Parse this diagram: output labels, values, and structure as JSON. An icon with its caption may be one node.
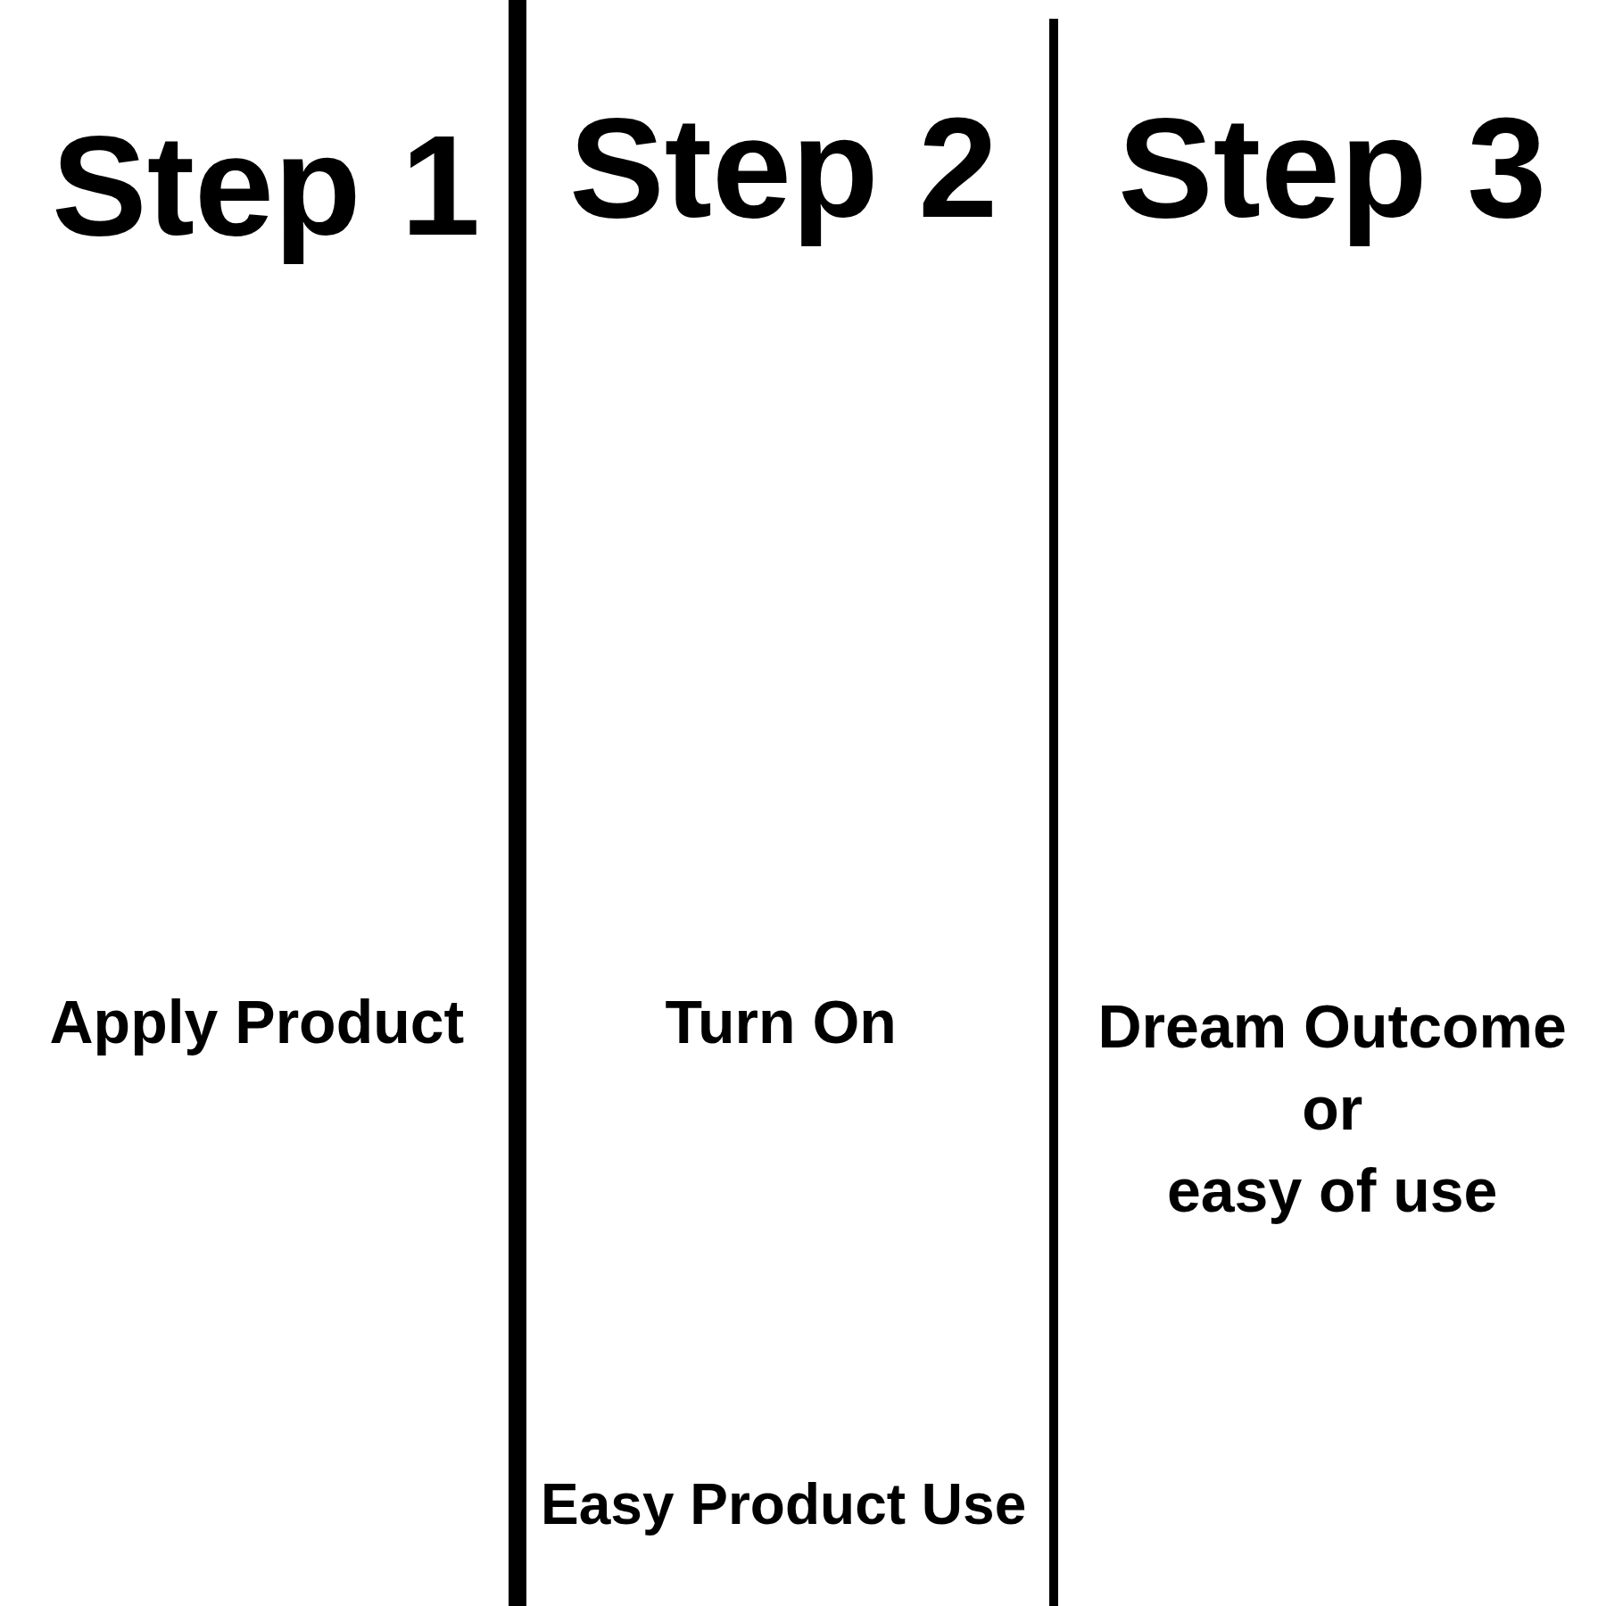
{
  "diagram": {
    "labels": [
      "Step 1",
      "Step 2",
      "Step 3",
      "Apply Product",
      "Turn On",
      "Dream Outcome or easy of use",
      "Easy Product Use"
    ]
  }
}
